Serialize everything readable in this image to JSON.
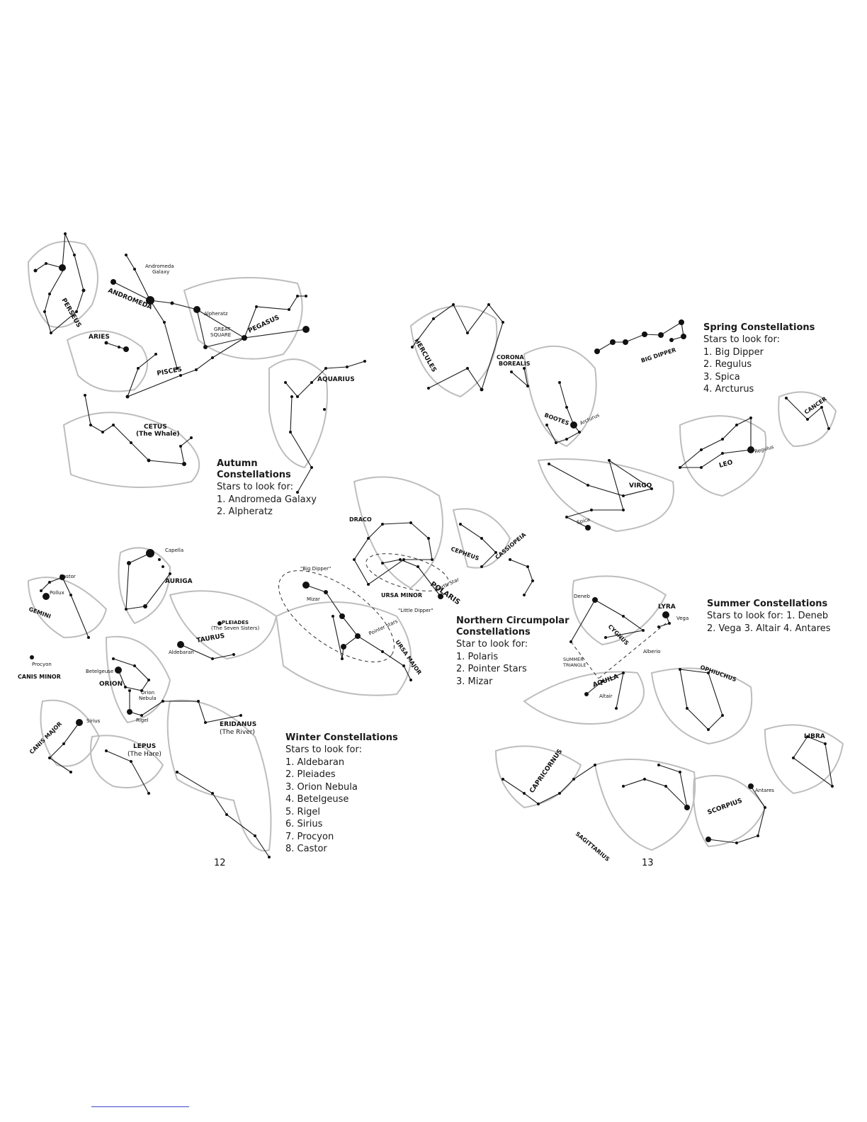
{
  "constellation_labels": {
    "perseus": "PERSEUS",
    "andromeda": "ANDROMEDA",
    "andromeda_galaxy": [
      "Andromeda",
      "Galaxy"
    ],
    "aries": "ARIES",
    "alpheratz": "Alpheratz",
    "great_square": [
      "GREAT",
      "SQUARE"
    ],
    "pegasus": "PEGASUS",
    "pisces": "PISCES",
    "aquarius": "AQUARIUS",
    "cetus": [
      "CETUS",
      "(The Whale)"
    ],
    "hercules": "HERCULES",
    "corona_borealis": [
      "CORONA",
      "BOREALIS"
    ],
    "bootes": "BOOTES",
    "arcturus": "Arcturus",
    "big_dipper": "BIG DIPPER",
    "cancer": "CANCER",
    "leo": "LEO",
    "regulus": "Regulus",
    "virgo": "VIRGO",
    "spica": "Spica",
    "draco": "DRACO",
    "cepheus": "CEPHEUS",
    "cassiopeia": "CASSIOPEIA",
    "big_dipper_quote": "\"Big Dipper\"",
    "mizar": "Mizar",
    "ursa_minor": "URSA MINOR",
    "polaris": "POLARIS",
    "north_star": "North Star",
    "little_dipper": "\"Little Dipper\"",
    "pointer_stars": "Pointer stars",
    "ursa_major": "URSA MAJOR",
    "capella": "Capella",
    "auriga": "AURIGA",
    "castor": "Castor",
    "pollux": "Pollux",
    "gemini": "GEMINI",
    "pleiades": [
      "PLEIADES",
      "(The Seven Sisters)"
    ],
    "taurus": "TAURUS",
    "aldebaran": "Aldebaran",
    "procyon": "Procyon",
    "canis_minor": "CANIS MINOR",
    "betelgeuse": "Betelgeuse",
    "orion": "ORION",
    "orion_nebula": [
      "Orion",
      "Nebula"
    ],
    "rigel": "Rigel",
    "sirius": "Sirius",
    "canis_major": "CANIS MAJOR",
    "lepus": [
      "LEPUS",
      "(The Hare)"
    ],
    "eridanus": [
      "ERIDANUS",
      "(The River)"
    ],
    "deneb": "Deneb",
    "lyra": "LYRA",
    "vega": "Vega",
    "cygnus": "CYGNUS",
    "alberio": "Alberio",
    "summer_triangle": [
      "SUMMER",
      "TRIANGLE"
    ],
    "aquila": "AQUILA",
    "altair": "Altair",
    "ophiuchus": "OPHIUCHUS",
    "libra": "LIBRA",
    "antares": "Antares",
    "capricornus": "CAPRICORNUS",
    "scorpius": "SCORPIUS",
    "sagittarius": "SAGITTARIUS"
  },
  "autumn": {
    "title_line1": "Autumn",
    "title_line2": "Constellations",
    "subtitle": "Stars to look for:",
    "items": [
      "1. Andromeda Galaxy",
      "2. Alpheratz"
    ]
  },
  "spring": {
    "title": "Spring Constellations",
    "subtitle": "Stars to look for:",
    "items": [
      "1. Big Dipper",
      "2. Regulus",
      "3. Spica",
      "4. Arcturus"
    ]
  },
  "circumpolar": {
    "title_line1": "Northern Circumpolar",
    "title_line2": "Constellations",
    "subtitle": "Star to look for:",
    "items": [
      "1. Polaris",
      "2. Pointer Stars",
      "3. Mizar"
    ]
  },
  "summer": {
    "title": "Summer Constellations",
    "subtitle": "Stars to look for: 1. Deneb",
    "line2": "2. Vega  3. Altair  4. Antares"
  },
  "winter": {
    "title": "Winter Constellations",
    "subtitle": "Stars to look for:",
    "items": [
      "1. Aldebaran",
      "2. Pleiades",
      "3. Orion Nebula",
      "4. Betelgeuse",
      "5. Rigel",
      "6. Sirius",
      "7. Procyon",
      "8. Castor"
    ]
  },
  "page_numbers": {
    "left": "12",
    "right": "13"
  },
  "colors": {
    "ink": "#1a1a1a",
    "figure_outline": "#b8b8b8",
    "footer_link": "#3a46c8"
  }
}
